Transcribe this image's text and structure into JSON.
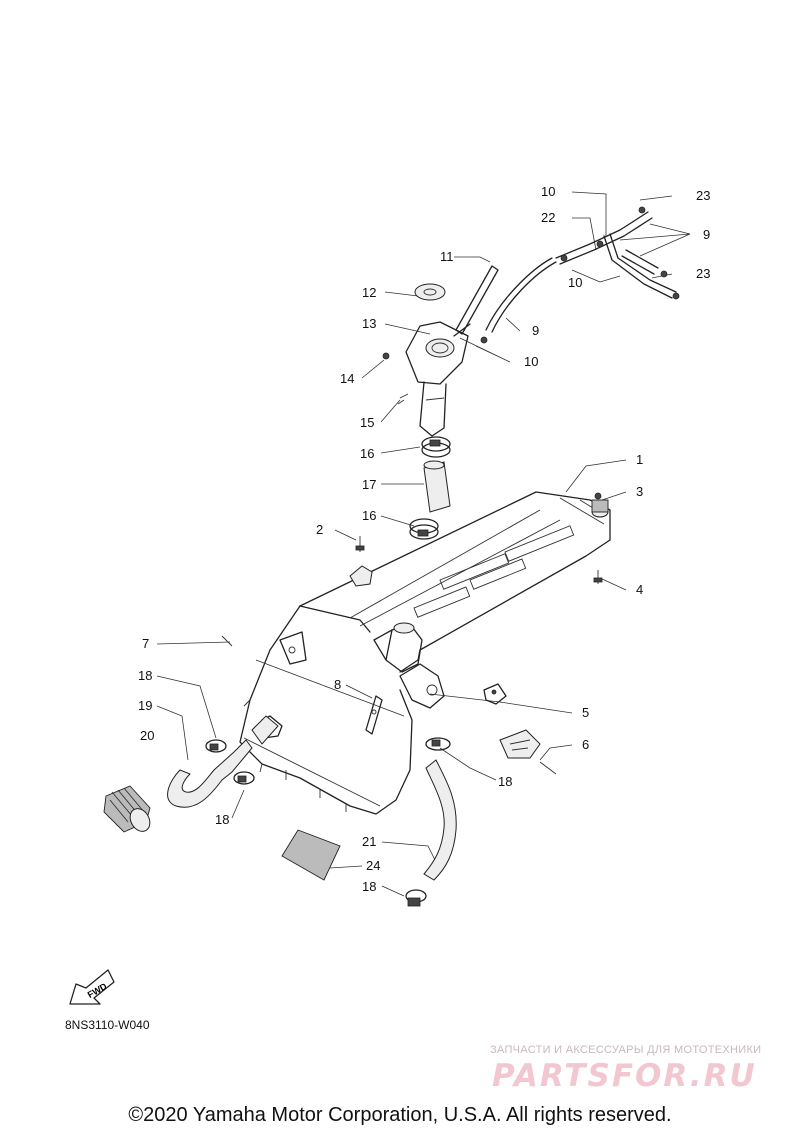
{
  "diagram": {
    "code": "8NS3110-W040",
    "fwd_label": "FWD",
    "callouts": {
      "c1": "1",
      "c2": "2",
      "c3": "3",
      "c4": "4",
      "c5": "5",
      "c6": "6",
      "c7": "7",
      "c8": "8",
      "c9a": "9",
      "c9b": "9",
      "c10a": "10",
      "c10b": "10",
      "c10c": "10",
      "c11": "11",
      "c12": "12",
      "c13": "13",
      "c14": "14",
      "c15": "15",
      "c16a": "16",
      "c16b": "16",
      "c17": "17",
      "c18a": "18",
      "c18b": "18",
      "c18c": "18",
      "c18d": "18",
      "c19": "19",
      "c20": "20",
      "c21": "21",
      "c22": "22",
      "c23a": "23",
      "c23b": "23",
      "c24": "24"
    }
  },
  "watermark": {
    "tagline": "ЗАПЧАСТИ И АКСЕССУАРЫ ДЛЯ МОТОТЕХНИКИ",
    "brand": "PARTSFOR.RU"
  },
  "footer": {
    "copyright": "©2020 Yamaha Motor Corporation, U.S.A. All rights reserved."
  }
}
